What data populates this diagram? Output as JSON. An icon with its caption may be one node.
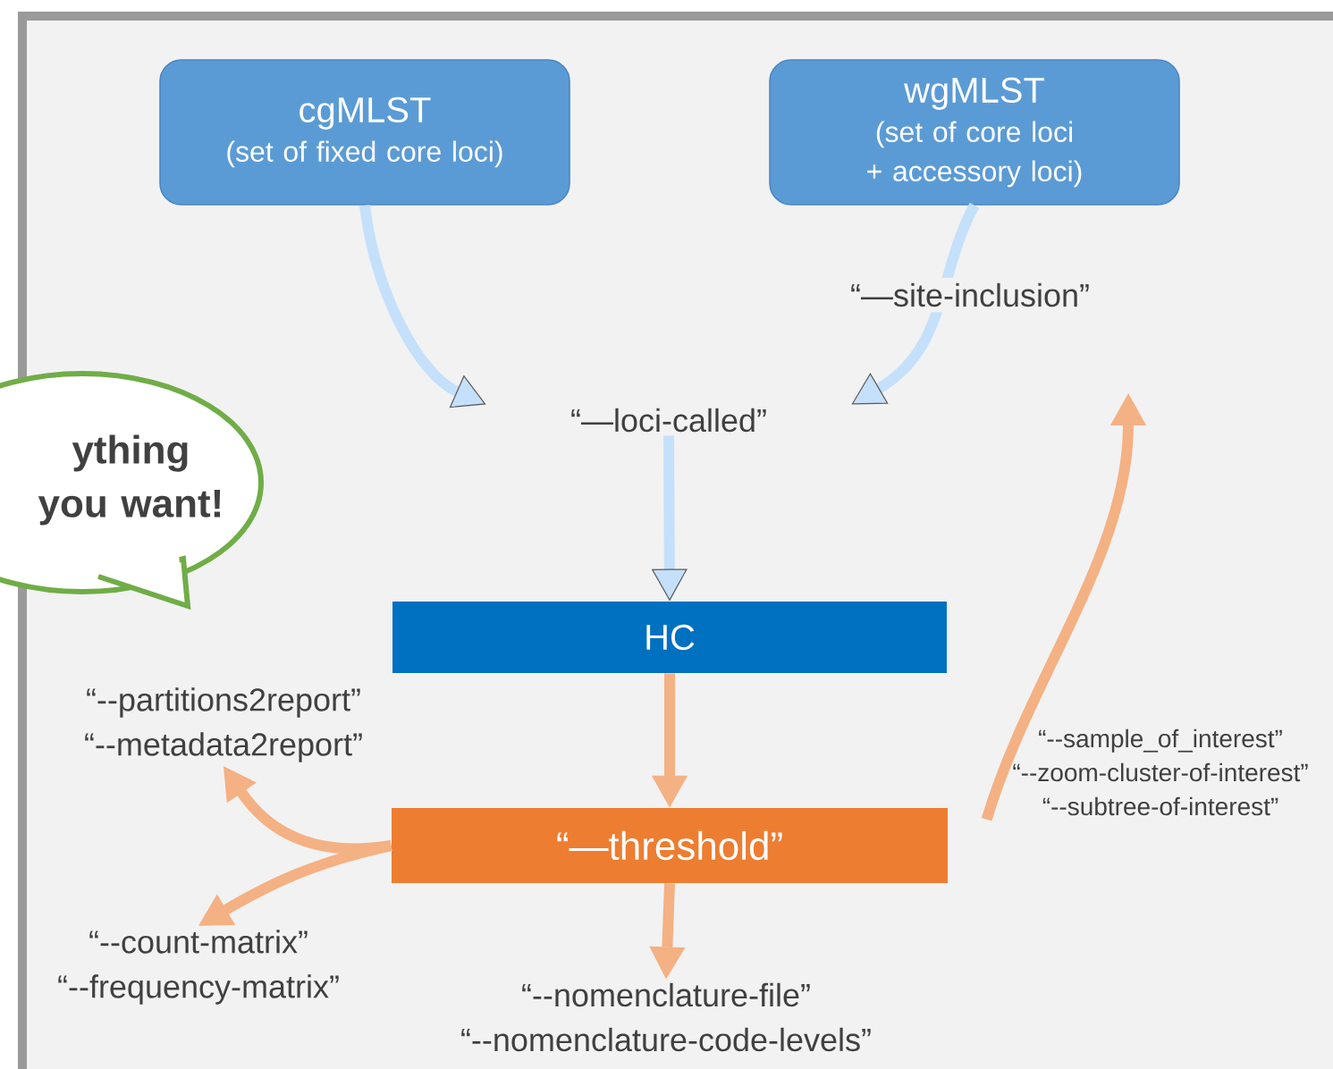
{
  "diagram": {
    "nodes": [
      {
        "text": [
          "cgMLST",
          "(set of fixed core loci)"
        ]
      },
      {
        "text": [
          "wgMLST",
          "(set of core loci + accessory loci)"
        ]
      },
      {
        "text": [
          "“—loci-called”"
        ]
      },
      {
        "text": [
          "HC"
        ]
      },
      {
        "text": [
          "“—threshold”"
        ]
      },
      {
        "text": [
          "“--partitions2report”",
          "“--metadata2report”"
        ]
      },
      {
        "text": [
          "“--count-matrix”",
          "“--frequency-matrix”"
        ]
      },
      {
        "text": [
          "“--nomenclature-file”",
          "“--nomenclature-code-levels”"
        ]
      },
      {
        "text": [
          "“--sample_of_interest”",
          "“--zoom-cluster-of-interest”",
          "“--subtree-of-interest”"
        ]
      },
      {
        "text": [
          "ything you want!"
        ]
      }
    ],
    "edges": [
      {
        "from": 0,
        "to": 2,
        "arrow": "to",
        "color": "#c5e0fa"
      },
      {
        "from": 1,
        "to": 2,
        "arrow": "to",
        "label": "“—site-inclusion”",
        "color": "#c5e0fa"
      },
      {
        "from": 2,
        "to": 3,
        "arrow": "to",
        "color": "#c5e0fa"
      },
      {
        "from": 3,
        "to": 4,
        "arrow": "to",
        "color": "#f4b183"
      },
      {
        "from": 4,
        "to": 5,
        "arrow": "to",
        "color": "#f4b183"
      },
      {
        "from": 4,
        "to": 6,
        "arrow": "to",
        "color": "#f4b183"
      },
      {
        "from": 4,
        "to": 7,
        "arrow": "to",
        "color": "#f4b183"
      },
      {
        "from": 8,
        "to": null,
        "arrow": "to",
        "color": "#f4b183"
      }
    ]
  }
}
